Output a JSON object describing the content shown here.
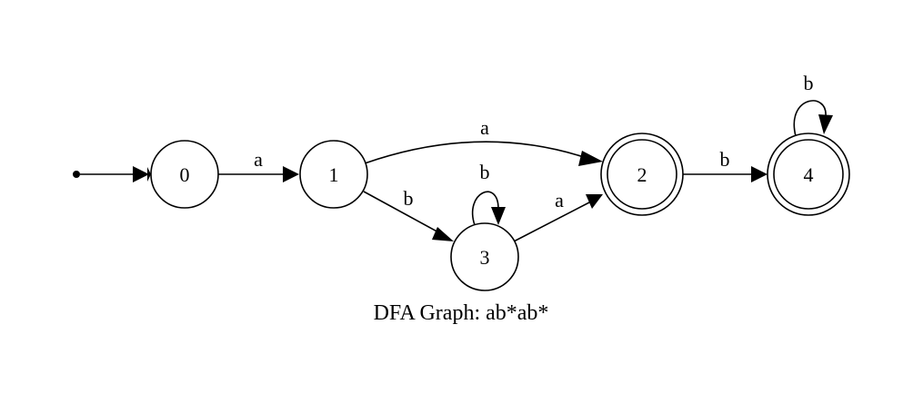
{
  "diagram": {
    "type": "dfa",
    "caption": "DFA Graph: ab*ab*",
    "initial_state": "0",
    "states": [
      {
        "id": "0",
        "label": "0",
        "accepting": false
      },
      {
        "id": "1",
        "label": "1",
        "accepting": false
      },
      {
        "id": "3",
        "label": "3",
        "accepting": false
      },
      {
        "id": "2",
        "label": "2",
        "accepting": true
      },
      {
        "id": "4",
        "label": "4",
        "accepting": true
      }
    ],
    "transitions": [
      {
        "from": "0",
        "to": "1",
        "label": "a"
      },
      {
        "from": "1",
        "to": "2",
        "label": "a"
      },
      {
        "from": "1",
        "to": "3",
        "label": "b"
      },
      {
        "from": "3",
        "to": "3",
        "label": "b"
      },
      {
        "from": "3",
        "to": "2",
        "label": "a"
      },
      {
        "from": "2",
        "to": "4",
        "label": "b"
      },
      {
        "from": "4",
        "to": "4",
        "label": "b"
      }
    ],
    "colors": {
      "stroke": "#000000",
      "background": "#ffffff"
    }
  }
}
